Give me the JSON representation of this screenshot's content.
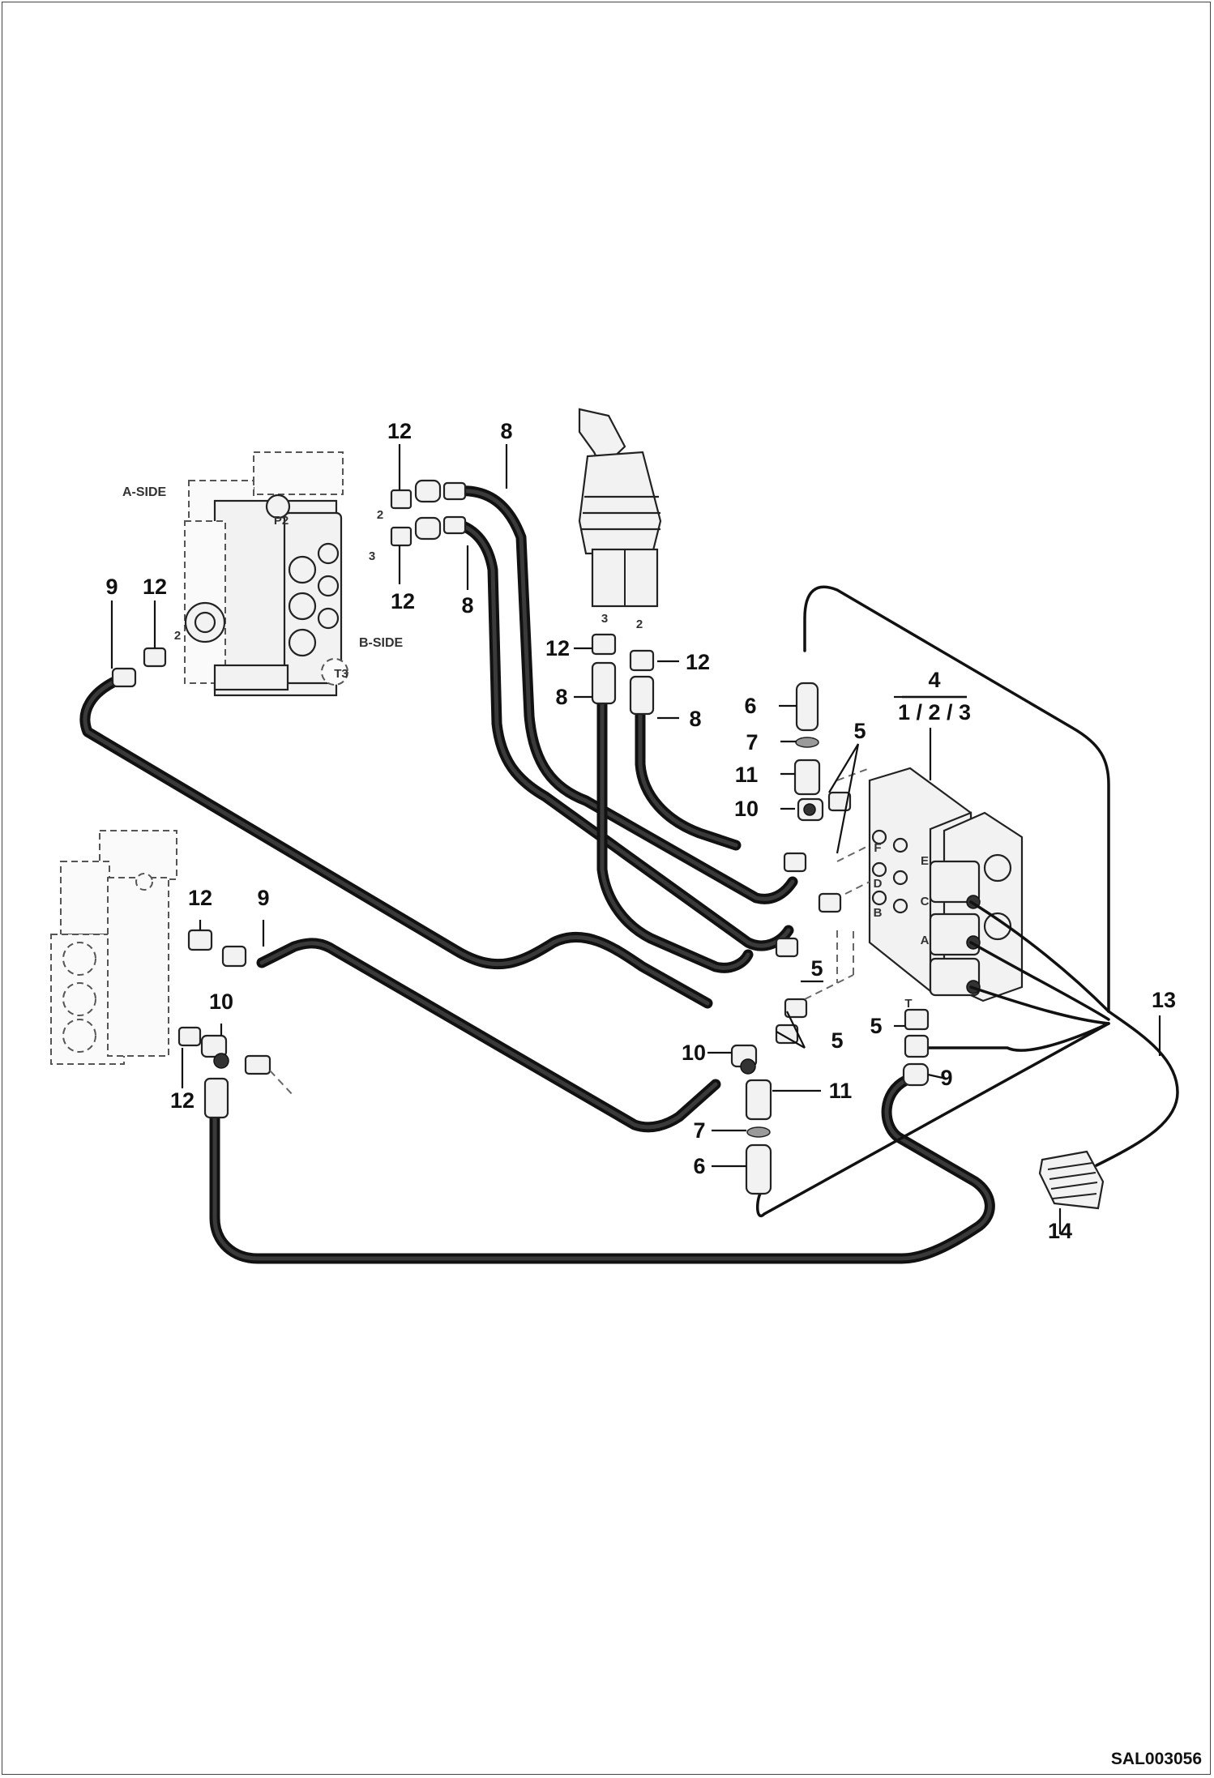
{
  "callouts": {
    "c12_top": "12",
    "c8_top": "8",
    "c3_top": "3",
    "c12_mid": "12",
    "c8_mid": "8",
    "c9_left": "9",
    "c12_left": "12",
    "c12_joy_left": "12",
    "c12_joy_right": "12",
    "c8_joy_left": "8",
    "c8_joy_right": "8",
    "c6_top": "6",
    "c7_top": "7",
    "c11_top": "11",
    "c10_top": "10",
    "c5_upper": "5",
    "c4_num": "4",
    "c4_den": "1 / 2 / 3",
    "c5_mid": "5",
    "c13": "13",
    "c14": "14",
    "c12_lower": "12",
    "c9_lower": "9",
    "c10_lower": "10",
    "c12_lower2": "12",
    "c5_right": "5",
    "c10_right": "10",
    "c5_right2": "5",
    "c11_bottom": "11",
    "c9_bottom": "9",
    "c7_bottom": "7",
    "c6_bottom": "6"
  },
  "port_labels": {
    "a_side": "A-SIDE",
    "b_side": "B-SIDE",
    "p2": "P2",
    "t3": "T3",
    "two_a": "2",
    "three_a": "3",
    "two_b": "2",
    "joy_3": "3",
    "joy_2": "2",
    "block_e": "E",
    "block_c": "C",
    "block_a": "A",
    "block_f": "F",
    "block_d": "D",
    "block_b": "B",
    "block_t": "T"
  },
  "drawing_code": "SAL003056"
}
